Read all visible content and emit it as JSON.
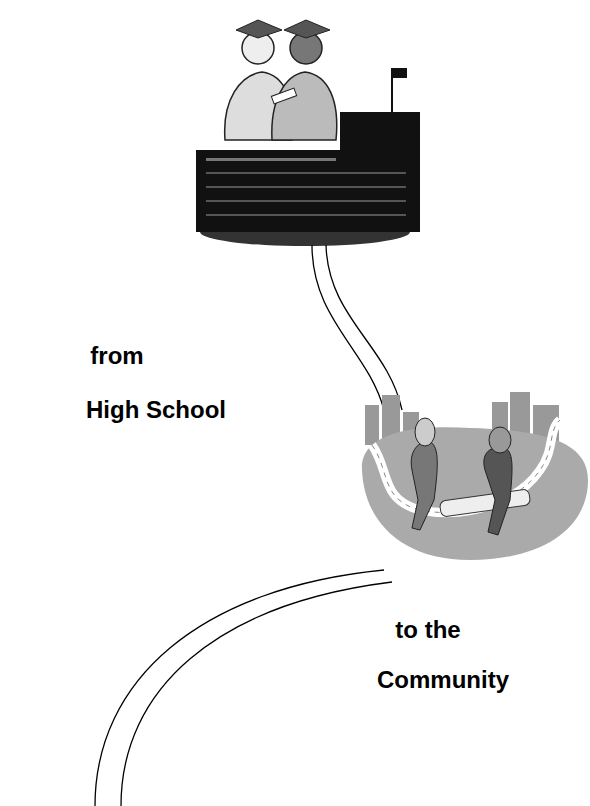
{
  "diagram": {
    "labels": [
      "from",
      "High School",
      "to the",
      "Community"
    ]
  }
}
